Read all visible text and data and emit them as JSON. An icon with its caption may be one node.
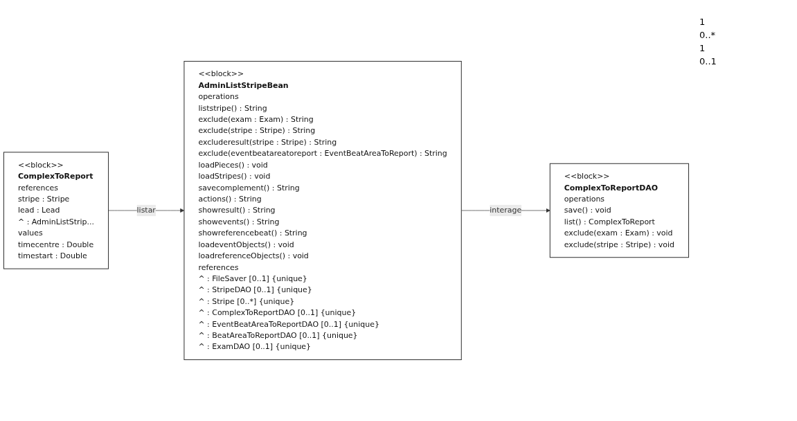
{
  "diagram": {
    "nodes": [
      {
        "text": [
          "<<block>>",
          "AdminListStripeBean",
          "operations",
          "liststripe() : String",
          "exclude(exam : Exam) : String",
          "exclude(stripe : Stripe) : String",
          "excluderesult(stripe : Stripe) : String",
          "exclude(eventbeatareatoreport : EventBeatAreaToReport) : String",
          "loadPieces() : void",
          "loadStripes() : void",
          "savecomplement() : String",
          "actions() : String",
          "showresult() : String",
          "showevents() : String",
          "showreferencebeat() : String",
          "loadeventObjects() : void",
          "loadreferenceObjects() : void",
          "references",
          "^ : FileSaver [0..1] {unique}",
          "^ : StripeDAO [0..1] {unique}",
          "^ : Stripe [0..*] {unique}",
          "^ : ComplexToReportDAO [0..1] {unique}",
          "^ : EventBeatAreaToReportDAO [0..1] {unique}",
          "^ : BeatAreaToReportDAO [0..1] {unique}",
          "^ : ExamDAO [0..1] {unique}"
        ]
      },
      {
        "text": [
          "<<block>>",
          "ComplexToReport",
          "references",
          "stripe : Stripe",
          "lead : Lead",
          "^ : AdminListStrip...",
          "values",
          "timecentre : Double",
          "timestart : Double"
        ]
      },
      {
        "text": [
          "<<block>>",
          "ComplexToReportDAO",
          "operations",
          "save() : void",
          "list() : ComplexToReport",
          "exclude(exam : Exam) : void",
          "exclude(stripe : Stripe) : void"
        ]
      }
    ],
    "edges": [
      {
        "from": 1,
        "to": 0,
        "arrow": "to",
        "label": "listar"
      },
      {
        "from": 0,
        "to": 2,
        "arrow": "to",
        "label": "interage"
      }
    ],
    "labels": [
      "1",
      "0..*",
      "1",
      "0..1"
    ]
  }
}
